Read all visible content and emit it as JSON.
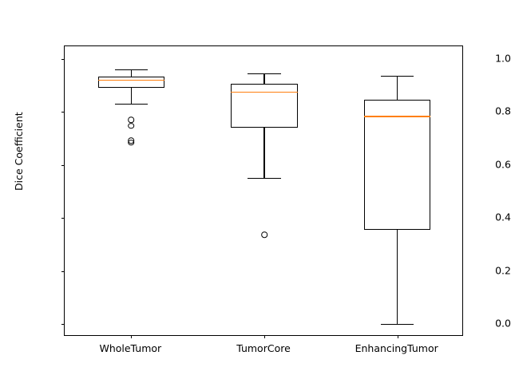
{
  "chart_data": {
    "type": "box",
    "title": "",
    "xlabel": "",
    "ylabel": "Dice Coefficient",
    "categories": [
      "WholeTumor",
      "TumorCore",
      "EnhancingTumor"
    ],
    "ylim": [
      -0.048,
      1.048
    ],
    "yticks": [
      0.0,
      0.2,
      0.4,
      0.6,
      0.8,
      1.0
    ],
    "ytick_labels": [
      "0.0",
      "0.2",
      "0.4",
      "0.6",
      "0.8",
      "1.0"
    ],
    "xticks": [
      1,
      2,
      3
    ],
    "xlim": [
      0.5,
      3.5
    ],
    "grid": false,
    "legend": null,
    "median_color": "#ff7f0e",
    "box_color": "#000000",
    "boxes": [
      {
        "label": "WholeTumor",
        "whisker_low": 0.83,
        "q1": 0.89,
        "median": 0.92,
        "q3": 0.935,
        "whisker_high": 0.962,
        "fliers": [
          0.77,
          0.748,
          0.692,
          0.685
        ]
      },
      {
        "label": "TumorCore",
        "whisker_low": 0.551,
        "q1": 0.741,
        "median": 0.874,
        "q3": 0.905,
        "whisker_high": 0.946,
        "fliers": [
          0.337
        ]
      },
      {
        "label": "EnhancingTumor",
        "whisker_low": 0.0,
        "q1": 0.355,
        "median": 0.783,
        "q3": 0.845,
        "whisker_high": 0.936,
        "fliers": []
      }
    ]
  }
}
